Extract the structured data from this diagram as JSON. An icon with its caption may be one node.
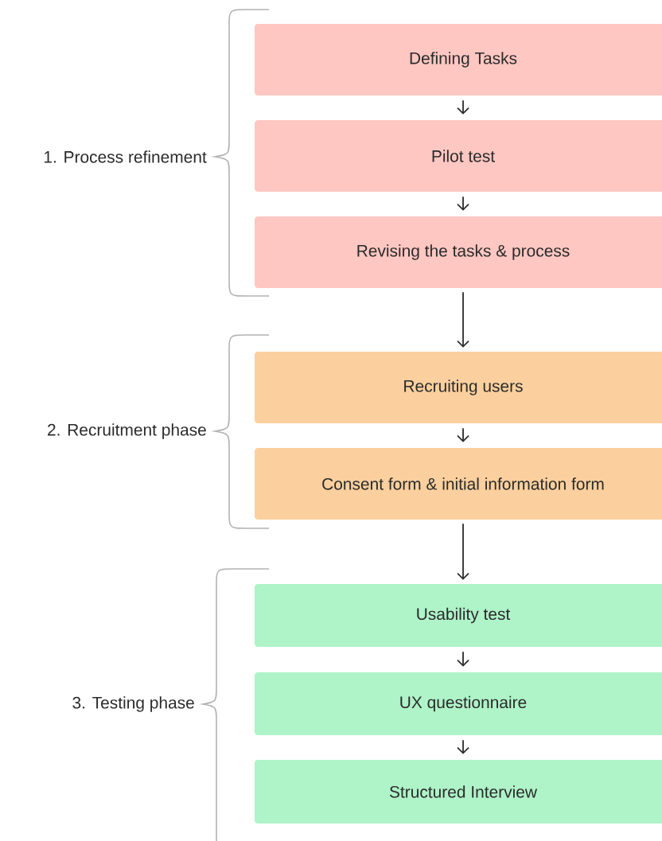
{
  "diagram": {
    "nodes": [
      {
        "text": [
          "Defining Tasks"
        ]
      },
      {
        "text": [
          "Pilot test"
        ]
      },
      {
        "text": [
          "Revising the tasks & process"
        ]
      },
      {
        "text": [
          "Recruiting users"
        ]
      },
      {
        "text": [
          "Consent form & initial information form"
        ]
      },
      {
        "text": [
          "Usability test"
        ]
      },
      {
        "text": [
          "UX questionnaire"
        ]
      },
      {
        "text": [
          "Structured Interview"
        ]
      }
    ],
    "edges": [
      {
        "from": 0,
        "to": 1,
        "arrow": "to"
      },
      {
        "from": 1,
        "to": 2,
        "arrow": "to"
      },
      {
        "from": 2,
        "to": 3,
        "arrow": "to"
      },
      {
        "from": 3,
        "to": 4,
        "arrow": "to"
      },
      {
        "from": 4,
        "to": 5,
        "arrow": "to"
      },
      {
        "from": 5,
        "to": 6,
        "arrow": "to"
      },
      {
        "from": 6,
        "to": 7,
        "arrow": "to"
      }
    ],
    "labels": [
      "1. Process refinement",
      "2. Recruitment phase",
      "3. Testing phase"
    ]
  }
}
